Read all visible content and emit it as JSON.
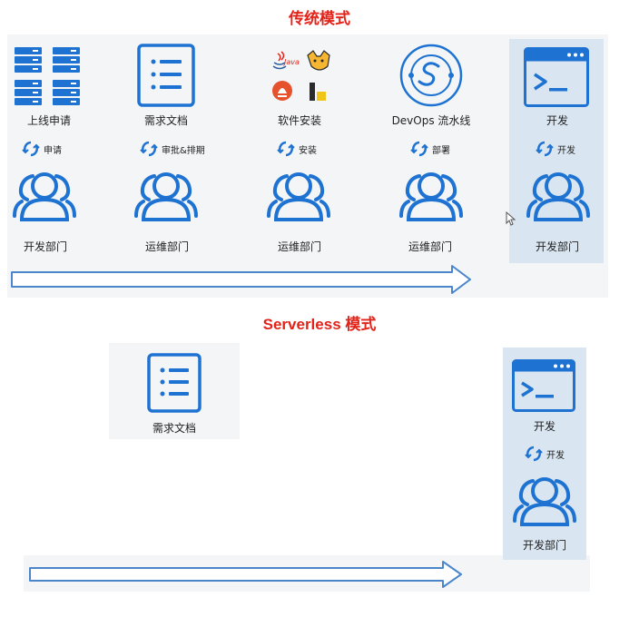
{
  "top": {
    "title": "传统模式",
    "columns": [
      {
        "artifact": "上线申请",
        "action": "申请",
        "team": "开发部门"
      },
      {
        "artifact": "需求文档",
        "action": "审批&排期",
        "team": "运维部门"
      },
      {
        "artifact": "软件安装",
        "action": "安装",
        "team": "运维部门"
      },
      {
        "artifact": "DevOps 流水线",
        "action": "部署",
        "team": "运维部门"
      },
      {
        "artifact": "开发",
        "action": "开发",
        "team": "开发部门"
      }
    ],
    "tech_logo_text": "Java"
  },
  "bottom": {
    "title": "Serverless 模式",
    "doc_label": "需求文档",
    "dev_label": "开发",
    "action": "开发",
    "team": "开发部门"
  },
  "colors": {
    "accent_blue": "#1e73d2",
    "title_red": "#e2231a",
    "highlight_bg": "#d9e5f1",
    "panel_bg": "#f4f5f7",
    "arrow_stroke": "#4a86c9"
  }
}
